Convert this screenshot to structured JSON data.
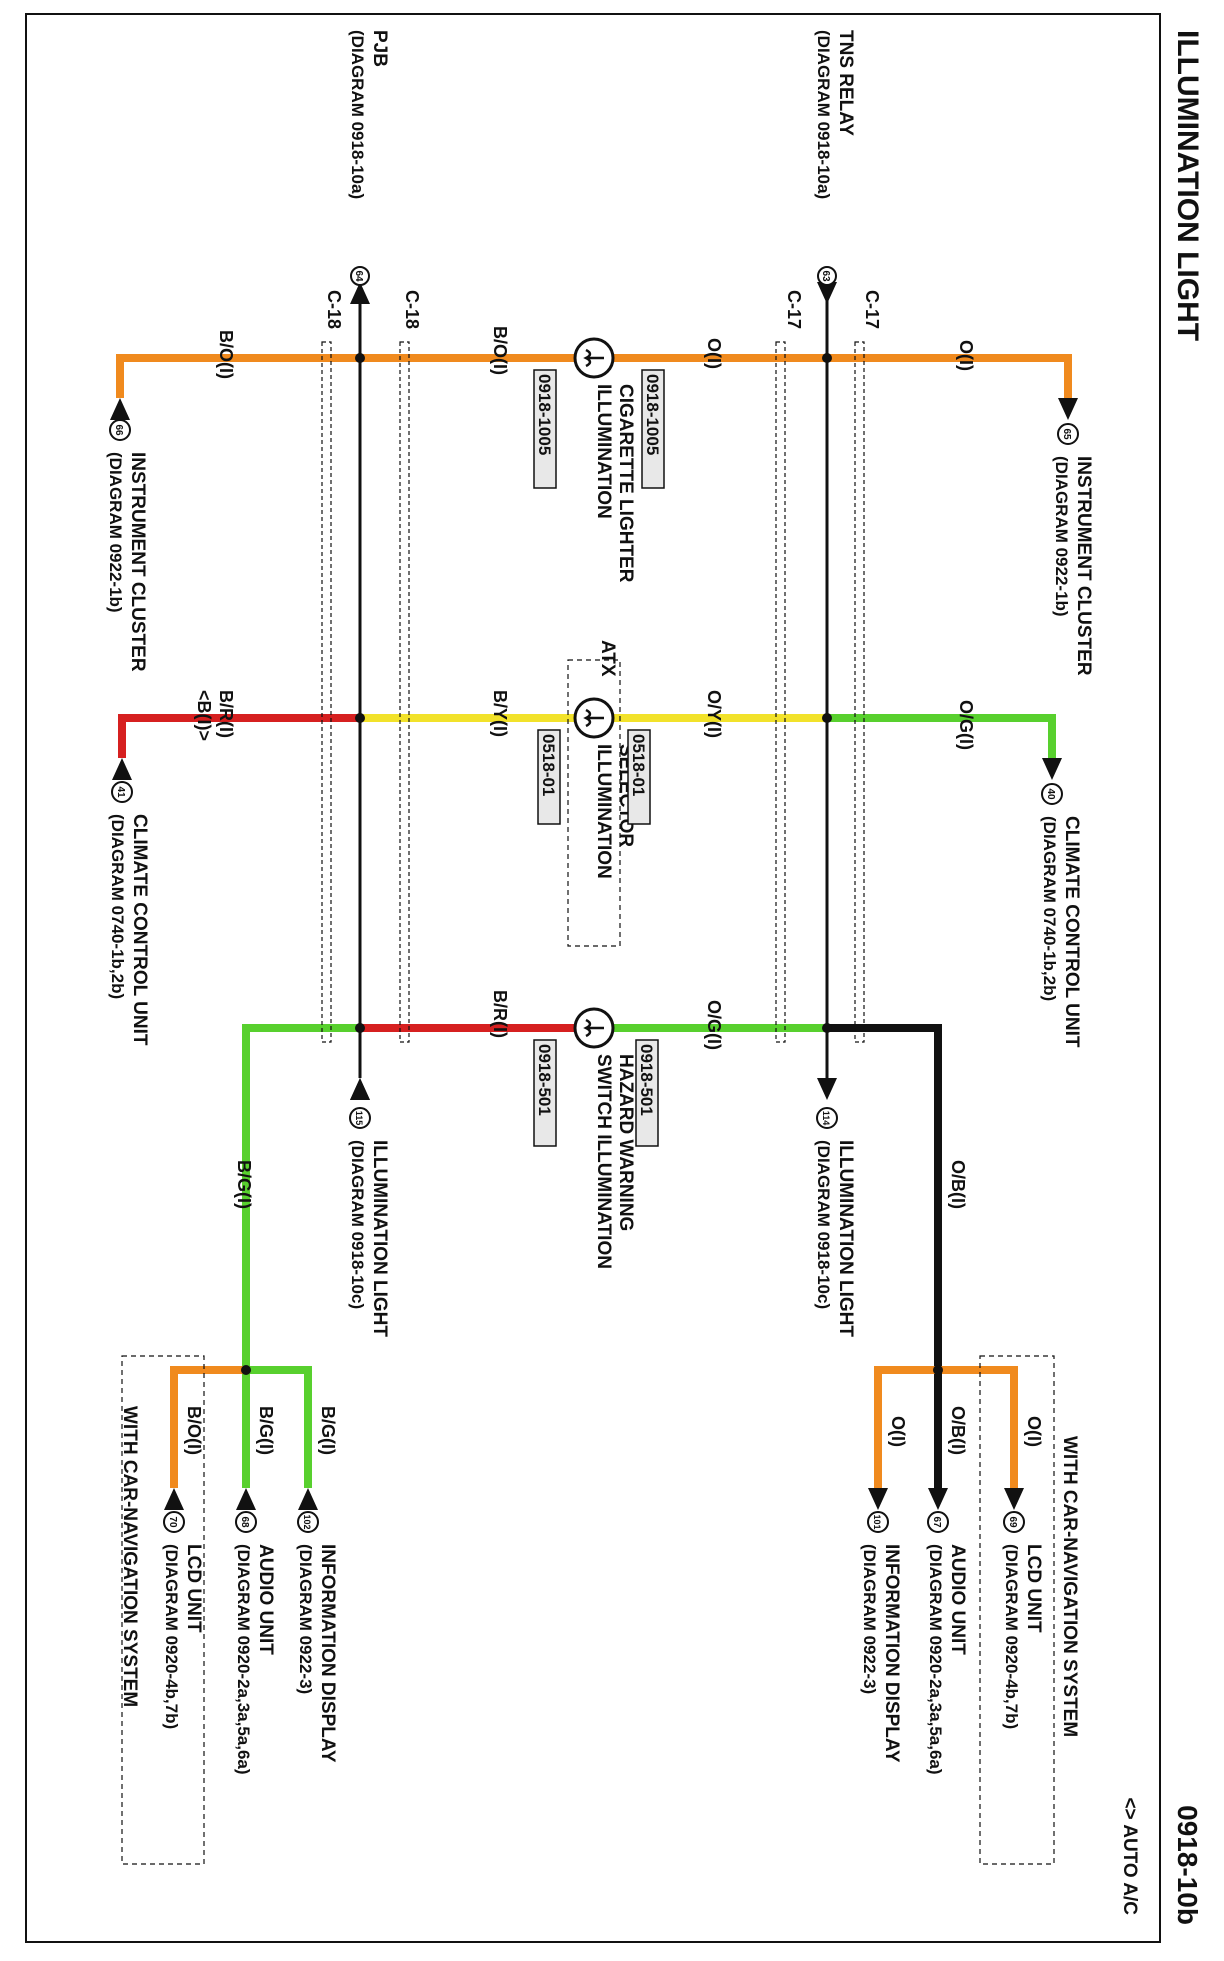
{
  "header": {
    "title": "ILLUMINATION LIGHT",
    "diagram_number": "0918-10b",
    "legend_note": "<> AUTO A/C"
  },
  "colors": {
    "orange": "#f08a1e",
    "green": "#58d02e",
    "yellow": "#f2e22a",
    "red": "#d62020",
    "black": "#111111",
    "box": "#e8e8e8"
  },
  "sources": {
    "tns_relay": {
      "name": "TNS RELAY",
      "ref": "(DIAGRAM 0918-10a)",
      "pin": "63"
    },
    "pjb": {
      "name": "PJB",
      "ref": "(DIAGRAM 0918-10a)",
      "pin": "64"
    }
  },
  "connectors": {
    "c17": "C-17",
    "c18": "C-18"
  },
  "top_outputs": [
    {
      "pin": "65",
      "name": "INSTRUMENT CLUSTER",
      "ref": "(DIAGRAM 0922-1b)",
      "wire": "O(I)"
    },
    {
      "pin": "40",
      "name": "CLIMATE CONTROL UNIT",
      "ref": "(DIAGRAM 0740-1b,2b)",
      "wire": "O/G(I)"
    },
    {
      "pin": "114",
      "name": "ILLUMINATION LIGHT",
      "ref": "(DIAGRAM 0918-10c)",
      "wire": "O/B(I)"
    }
  ],
  "bottom_outputs": [
    {
      "pin": "66",
      "name": "INSTRUMENT CLUSTER",
      "ref": "(DIAGRAM 0922-1b)",
      "wire": "B/O(I)"
    },
    {
      "pin": "41",
      "name": "CLIMATE CONTROL UNIT",
      "ref": "(DIAGRAM 0740-1b,2b)",
      "wire": "B/R(I)",
      "wire_alt": "<B(I)>"
    },
    {
      "pin": "115",
      "name": "ILLUMINATION LIGHT",
      "ref": "(DIAGRAM 0918-10c)",
      "wire": "B/G(I)"
    }
  ],
  "components": [
    {
      "name": "CIGARETTE LIGHTER",
      "name2": "ILLUMINATION",
      "code": "0918-1005",
      "upper_wire": "O(I)",
      "lower_wire": "B/O(I)"
    },
    {
      "name": "SELECTOR",
      "name2": "ILLUMINATION",
      "code": "0518-01",
      "upper_wire": "O/Y(I)",
      "lower_wire": "B/Y(I)",
      "tag": "ATX"
    },
    {
      "name": "HAZARD WARNING",
      "name2": "SWITCH ILLUMINATION",
      "code": "0918-501",
      "upper_wire": "O/G(I)",
      "lower_wire": "B/R(I)"
    }
  ],
  "nav_upper": {
    "title": "WITH CAR-NAVIGATION SYSTEM",
    "branches": [
      {
        "pin": "69",
        "wire": "O(I)",
        "name": "LCD UNIT",
        "ref": "(DIAGRAM 0920-4b,7b)"
      },
      {
        "pin": "67",
        "wire": "O/B(I)",
        "name": "AUDIO UNIT",
        "ref": "(DIAGRAM 0920-2a,3a,5a,6a)"
      },
      {
        "pin": "101",
        "wire": "O(I)",
        "name": "INFORMATION DISPLAY",
        "ref": "(DIAGRAM 0922-3)"
      }
    ]
  },
  "nav_lower": {
    "title": "WITH CAR-NAVIGATION SYSTEM",
    "branches": [
      {
        "pin": "102",
        "wire": "B/G(I)",
        "name": "INFORMATION DISPLAY",
        "ref": "(DIAGRAM 0922-3)"
      },
      {
        "pin": "68",
        "wire": "B/G(I)",
        "name": "AUDIO UNIT",
        "ref": "(DIAGRAM 0920-2a,3a,5a,6a)"
      },
      {
        "pin": "70",
        "wire": "B/O(I)",
        "name": "LCD UNIT",
        "ref": "(DIAGRAM 0920-4b,7b)"
      }
    ]
  }
}
